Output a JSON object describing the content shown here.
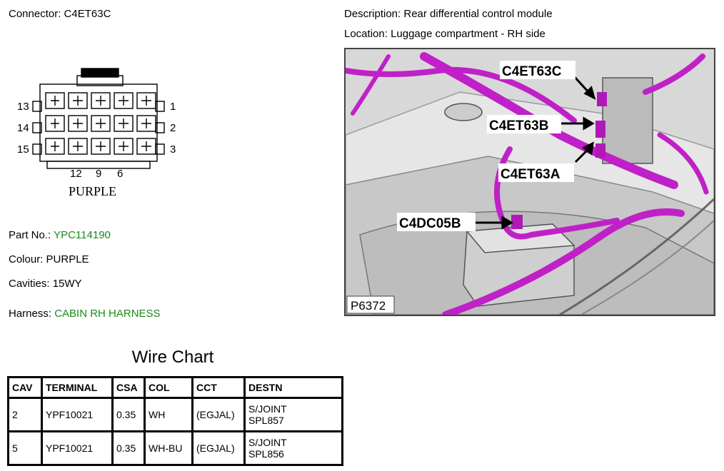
{
  "connector": {
    "label": "Connector:",
    "value": "C4ET63C"
  },
  "description": {
    "label": "Description:",
    "value": "Rear differential control module"
  },
  "location": {
    "label": "Location:",
    "value": "Luggage compartment - RH side"
  },
  "part_no": {
    "label": "Part No.:",
    "value": "YPC114190"
  },
  "colour": {
    "label": "Colour:",
    "value": "PURPLE"
  },
  "cavities": {
    "label": "Cavities:",
    "value": "15WY"
  },
  "harness": {
    "label": "Harness:",
    "value": "CABIN RH HARNESS"
  },
  "diagram": {
    "pin_left": [
      "13",
      "14",
      "15"
    ],
    "pin_right": [
      "1",
      "2",
      "3"
    ],
    "pin_bottom": [
      "12",
      "9",
      "6"
    ],
    "colour_caption": "PURPLE"
  },
  "photo": {
    "callouts": [
      "C4ET63C",
      "C4ET63B",
      "C4ET63A",
      "C4DC05B"
    ],
    "image_id": "P6372"
  },
  "wire_chart": {
    "title": "Wire Chart",
    "headers": [
      "CAV",
      "TERMINAL",
      "CSA",
      "COL",
      "CCT",
      "DESTN"
    ],
    "rows": [
      {
        "cav": "2",
        "terminal": "YPF10021",
        "csa": "0.35",
        "col": "WH",
        "cct": "(EGJAL)",
        "destn_1": "S/JOINT",
        "destn_2": "SPL857"
      },
      {
        "cav": "5",
        "terminal": "YPF10021",
        "csa": "0.35",
        "col": "WH-BU",
        "cct": "(EGJAL)",
        "destn_1": "S/JOINT",
        "destn_2": "SPL856"
      }
    ]
  },
  "colors": {
    "highlight": "#1a8a1a",
    "harness_wire": "#c020c8"
  }
}
